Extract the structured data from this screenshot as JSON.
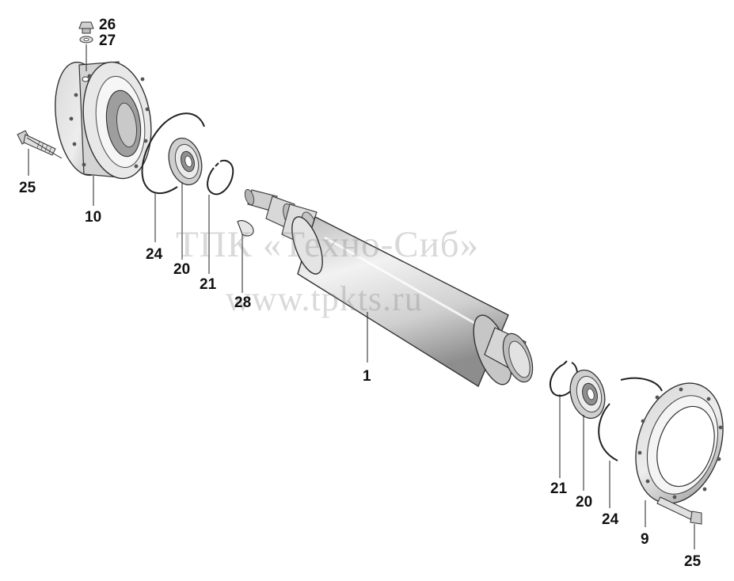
{
  "watermark": {
    "line1": "ТПК «Техно-Сиб»",
    "line2": "www.tpkts.ru"
  },
  "callouts": {
    "c1": "1",
    "c9": "9",
    "c10": "10",
    "c20a": "20",
    "c20b": "20",
    "c21a": "21",
    "c21b": "21",
    "c24a": "24",
    "c24b": "24",
    "c25a": "25",
    "c25b": "25",
    "c26": "26",
    "c27": "27",
    "c28": "28"
  }
}
